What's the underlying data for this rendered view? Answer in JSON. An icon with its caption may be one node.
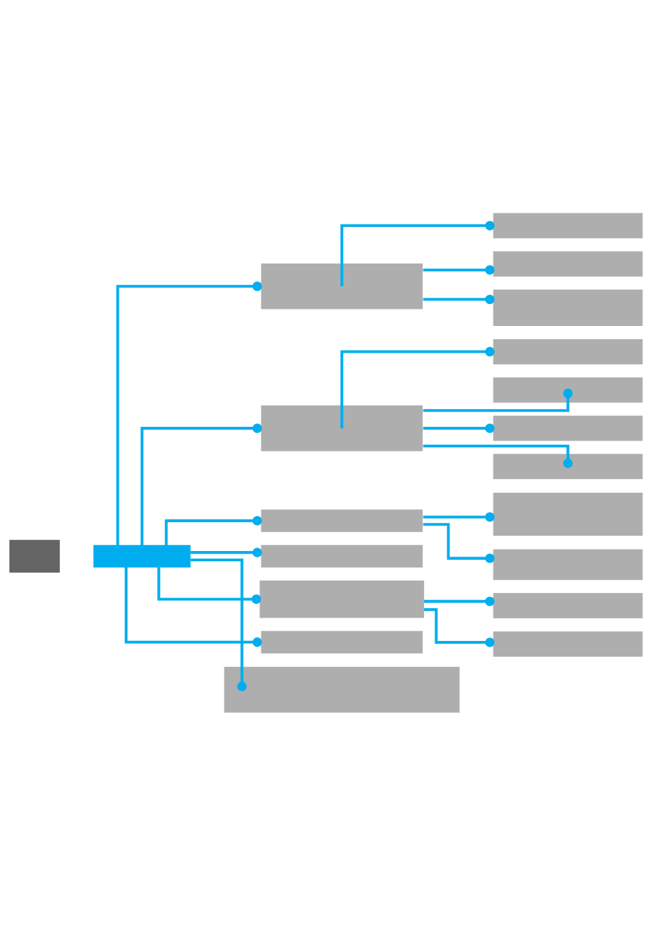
{
  "diagram": {
    "nodes": [
      {
        "text": [],
        "shape": "box"
      },
      {
        "text": [],
        "shape": "box"
      },
      {
        "text": [],
        "shape": "box"
      },
      {
        "text": [],
        "shape": "box"
      },
      {
        "text": [],
        "shape": "box"
      },
      {
        "text": [],
        "shape": "box"
      },
      {
        "text": [],
        "shape": "box"
      },
      {
        "text": [],
        "shape": "box"
      },
      {
        "text": [],
        "shape": "box"
      },
      {
        "text": [],
        "shape": "box"
      },
      {
        "text": [],
        "shape": "box"
      },
      {
        "text": [],
        "shape": "box"
      },
      {
        "text": [],
        "shape": "box"
      },
      {
        "text": [],
        "shape": "box"
      },
      {
        "text": [],
        "shape": "box"
      },
      {
        "text": [],
        "shape": "box"
      },
      {
        "text": [],
        "shape": "box"
      },
      {
        "text": [],
        "shape": "box"
      },
      {
        "text": [],
        "shape": "box"
      },
      {
        "text": [],
        "shape": "box"
      }
    ],
    "edges": [
      {
        "from": 1,
        "to": 2,
        "arrow": "other"
      },
      {
        "from": 2,
        "to": 3,
        "arrow": "other"
      },
      {
        "from": 2,
        "to": 4,
        "arrow": "other"
      },
      {
        "from": 2,
        "to": 5,
        "arrow": "other"
      },
      {
        "from": 1,
        "to": 6,
        "arrow": "other"
      },
      {
        "from": 6,
        "to": 7,
        "arrow": "other"
      },
      {
        "from": 6,
        "to": 8,
        "arrow": "other"
      },
      {
        "from": 6,
        "to": 9,
        "arrow": "other"
      },
      {
        "from": 6,
        "to": 10,
        "arrow": "other"
      },
      {
        "from": 1,
        "to": 11,
        "arrow": "other"
      },
      {
        "from": 11,
        "to": 12,
        "arrow": "other"
      },
      {
        "from": 11,
        "to": 13,
        "arrow": "other"
      },
      {
        "from": 1,
        "to": 14,
        "arrow": "other"
      },
      {
        "from": 1,
        "to": 15,
        "arrow": "other"
      },
      {
        "from": 15,
        "to": 16,
        "arrow": "other"
      },
      {
        "from": 15,
        "to": 17,
        "arrow": "other"
      },
      {
        "from": 1,
        "to": 18,
        "arrow": "other"
      },
      {
        "from": 1,
        "to": 19,
        "arrow": "other"
      }
    ]
  }
}
